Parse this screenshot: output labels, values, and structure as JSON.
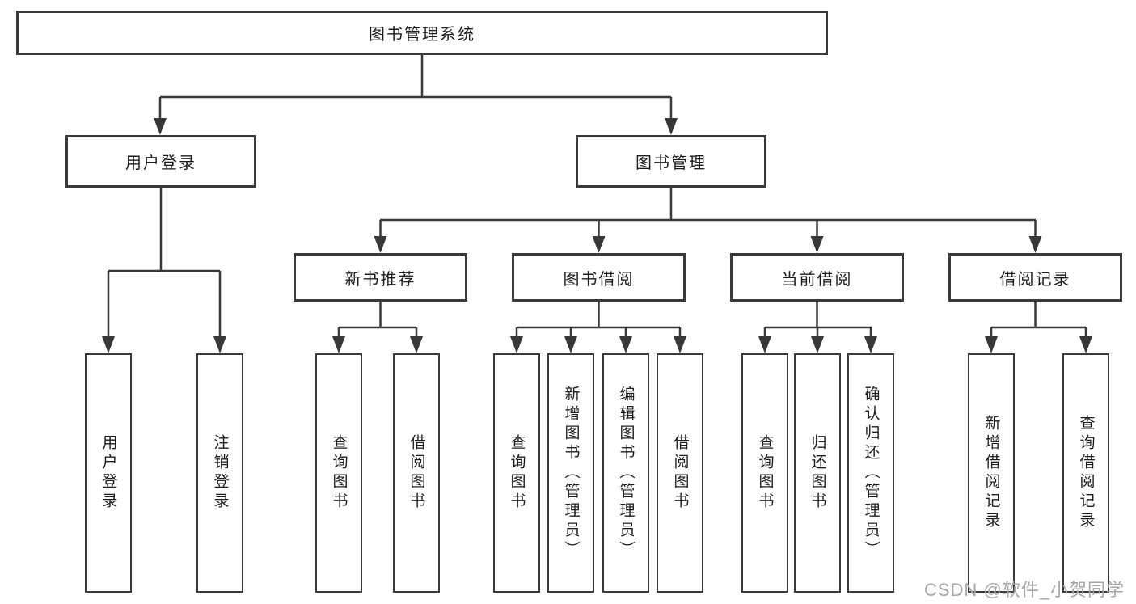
{
  "tree": {
    "label": "图书管理系统",
    "children": [
      {
        "label": "用户登录",
        "children": [
          {
            "label": "用户登录"
          },
          {
            "label": "注销登录"
          }
        ]
      },
      {
        "label": "图书管理",
        "children": [
          {
            "label": "新书推荐",
            "children": [
              {
                "label": "查询图书"
              },
              {
                "label": "借阅图书"
              }
            ]
          },
          {
            "label": "图书借阅",
            "children": [
              {
                "label": "查询图书"
              },
              {
                "label": "新增图书（管理员）"
              },
              {
                "label": "编辑图书（管理员）"
              },
              {
                "label": "借阅图书"
              }
            ]
          },
          {
            "label": "当前借阅",
            "children": [
              {
                "label": "查询图书"
              },
              {
                "label": "归还图书"
              },
              {
                "label": "确认归还（管理员）"
              }
            ]
          },
          {
            "label": "借阅记录",
            "children": [
              {
                "label": "新增借阅记录"
              },
              {
                "label": "查询借阅记录"
              }
            ]
          }
        ]
      }
    ]
  },
  "watermark": "CSDN @软件_小贺同学",
  "colors": {
    "line": "#383838",
    "box_border": "#3a3a3a",
    "text": "#1c1c1c",
    "watermark": "#a6a6a6",
    "background": "#ffffff"
  }
}
